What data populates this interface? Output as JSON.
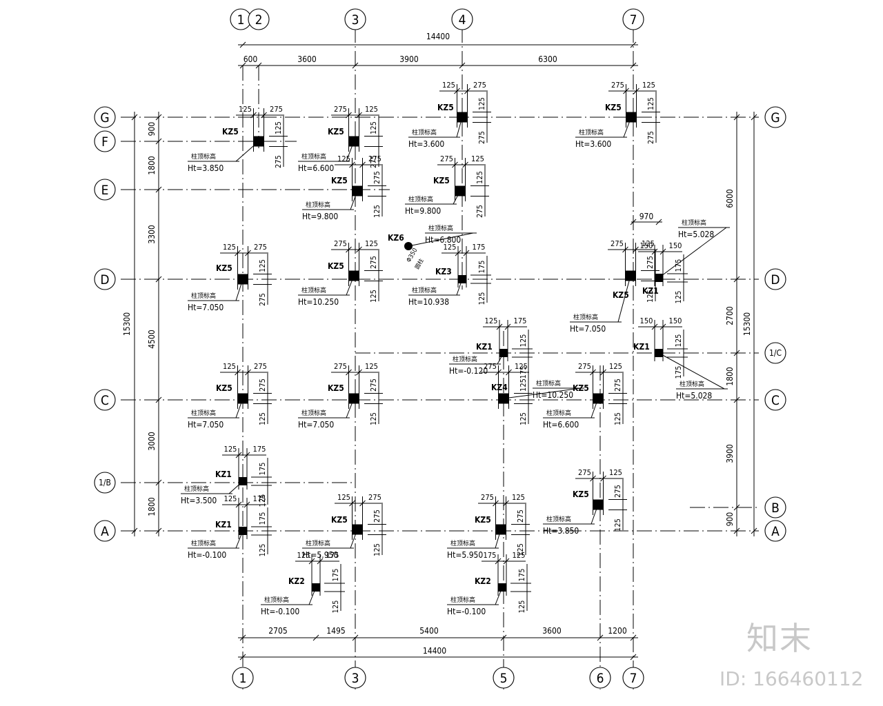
{
  "axes": {
    "top": [
      "1",
      "2",
      "3",
      "4",
      "7"
    ],
    "bottom": [
      "1",
      "3",
      "5",
      "6",
      "7"
    ],
    "left": [
      "G",
      "F",
      "E",
      "D",
      "C",
      "1/B",
      "A"
    ],
    "right": [
      "G",
      "D",
      "1/C",
      "C",
      "B",
      "A"
    ]
  },
  "dims": {
    "top_total": "14400",
    "top_parts": [
      "600",
      "3600",
      "3900",
      "6300"
    ],
    "bottom_total": "14400",
    "bottom_parts": [
      "2705",
      "1495",
      "5400",
      "3600",
      "1200"
    ],
    "left_parts": [
      "900",
      "1800",
      "3300",
      "4500",
      "3000",
      "1800"
    ],
    "left_total": "15300",
    "right_parts": [
      "6000",
      "2700",
      "1800",
      "3900",
      "900"
    ],
    "right_total": "15300",
    "dim_970": "970"
  },
  "columns": [
    {
      "tag": "KZ5",
      "elev_label": "柱顶标高",
      "ht": "Ht=3.850",
      "dims": [
        "125",
        "275",
        "125",
        "275"
      ]
    },
    {
      "tag": "KZ5",
      "elev_label": "柱顶标高",
      "ht": "Ht=6.600",
      "dims": [
        "275",
        "125",
        "125",
        "275"
      ]
    },
    {
      "tag": "KZ5",
      "elev_label": "柱顶标高",
      "ht": "Ht=3.600",
      "dims": [
        "125",
        "275",
        "125",
        "275"
      ]
    },
    {
      "tag": "KZ5",
      "elev_label": "柱顶标高",
      "ht": "Ht=3.600",
      "dims": [
        "275",
        "125",
        "125",
        "275"
      ]
    },
    {
      "tag": "KZ5",
      "elev_label": "柱顶标高",
      "ht": "Ht=9.800",
      "dims": [
        "125",
        "275",
        "275",
        "125"
      ]
    },
    {
      "tag": "KZ5",
      "elev_label": "柱顶标高",
      "ht": "Ht=9.800",
      "dims": [
        "275",
        "125",
        "125",
        "275"
      ]
    },
    {
      "tag": "KZ6",
      "elev_label": "柱顶标高",
      "ht": "Ht=6.800",
      "size": "Φ350",
      "note": "圆柱"
    },
    {
      "tag": "KZ5",
      "elev_label": "柱顶标高",
      "ht": "Ht=7.050",
      "dims": [
        "125",
        "275",
        "125",
        "275"
      ]
    },
    {
      "tag": "KZ5",
      "elev_label": "柱顶标高",
      "ht": "Ht=10.250",
      "dims": [
        "275",
        "125",
        "275",
        "125"
      ]
    },
    {
      "tag": "KZ3",
      "elev_label": "柱顶标高",
      "ht": "Ht=10.938",
      "dims": [
        "125",
        "175",
        "175",
        "125"
      ]
    },
    {
      "tag": "KZ5",
      "elev_label": "柱顶标高",
      "ht": "Ht=7.050",
      "dims": [
        "275",
        "125",
        "275",
        "125"
      ]
    },
    {
      "tag": "KZ1",
      "elev_label": "柱顶标高",
      "ht": "Ht=5.028",
      "dims": [
        "150",
        "150",
        "175",
        "125"
      ]
    },
    {
      "tag": "KZ1",
      "elev_label": "柱顶标高",
      "ht": "Ht=-0.120",
      "dims": [
        "125",
        "175",
        "125",
        "175"
      ]
    },
    {
      "tag": "KZ1",
      "elev_label": "柱顶标高",
      "ht": "Ht=5.028",
      "dims": [
        "150",
        "150",
        "125",
        "175"
      ]
    },
    {
      "tag": "KZ5",
      "elev_label": "柱顶标高",
      "ht": "Ht=7.050",
      "dims": [
        "125",
        "275",
        "275",
        "125"
      ]
    },
    {
      "tag": "KZ5",
      "elev_label": "柱顶标高",
      "ht": "Ht=7.050",
      "dims": [
        "275",
        "125",
        "275",
        "125"
      ]
    },
    {
      "tag": "KZ4",
      "elev_label": "柱顶标高",
      "ht": "Ht=10.250",
      "dims": [
        "275",
        "125",
        "125",
        "125"
      ]
    },
    {
      "tag": "KZ5",
      "elev_label": "柱顶标高",
      "ht": "Ht=6.600",
      "dims": [
        "275",
        "125",
        "275",
        "125"
      ]
    },
    {
      "tag": "KZ1",
      "elev_label": "柱顶标高",
      "ht": "Ht=3.500",
      "dims": [
        "125",
        "175",
        "175",
        "125"
      ]
    },
    {
      "tag": "KZ5",
      "elev_label": "柱顶标高",
      "ht": "Ht=3.850",
      "dims": [
        "275",
        "125",
        "275",
        "125"
      ]
    },
    {
      "tag": "KZ1",
      "elev_label": "柱顶标高",
      "ht": "Ht=-0.100",
      "dims": [
        "125",
        "175",
        "175",
        "125"
      ]
    },
    {
      "tag": "KZ5",
      "elev_label": "柱顶标高",
      "ht": "Ht=5.950",
      "dims": [
        "125",
        "275",
        "275",
        "125"
      ]
    },
    {
      "tag": "KZ5",
      "elev_label": "柱顶标高",
      "ht": "Ht=5.950",
      "dims": [
        "275",
        "125",
        "275",
        "125"
      ]
    },
    {
      "tag": "KZ2",
      "elev_label": "柱顶标高",
      "ht": "Ht=-0.100",
      "dims": [
        "125",
        "175",
        "175",
        "125"
      ]
    },
    {
      "tag": "KZ2",
      "elev_label": "柱顶标高",
      "ht": "Ht=-0.100",
      "dims": [
        "175",
        "125",
        "175",
        "125"
      ]
    }
  ],
  "watermark": {
    "logo": "知末",
    "id": "ID: 166460112"
  }
}
